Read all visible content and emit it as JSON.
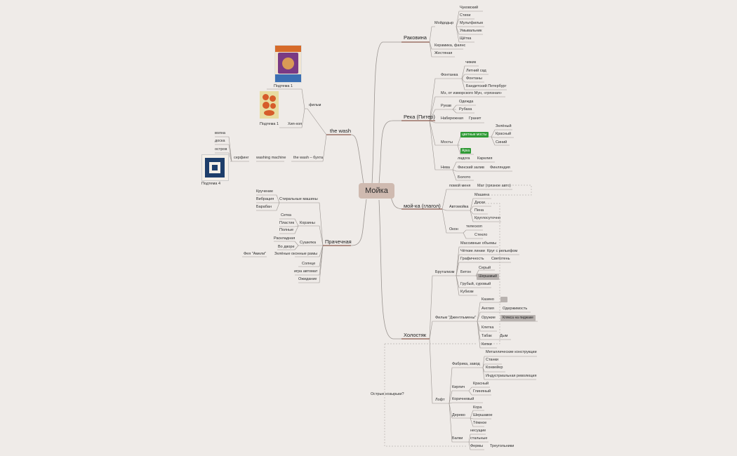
{
  "center": "Мойка",
  "posters": {
    "p1_caption": "Подтема 1",
    "p2_caption": "Подтема 1",
    "p3_caption": "Подтема 4",
    "hiphop": "Хип-хоп"
  },
  "labels": {
    "rakovina": "Раковина",
    "moidodyr": "Мойдодыр",
    "chukovsky": "Чуковский",
    "stihi": "Стихи",
    "multfilm": "Мультфильм",
    "umyvalnik": "Умывальник",
    "shchetka": "Щётка",
    "keramika": "Керамика, фаянс",
    "zhestyanaya": "Жестяная",
    "reka": "Река (Питер)",
    "chizhik": "чижик",
    "fontanka": "Фонтанка",
    "letniy": "Летний сад",
    "fontany": "Фонтаны",
    "bandit": "Бандитский Петербург",
    "most_poceluev": "Мэ, от изморского Мун, «грязная»",
    "ruka": "Рукав",
    "odezhda": "Одежда",
    "rubaha": "Рубаха",
    "naberezh": "Набережная",
    "granit": "Гранит",
    "mosty": "Мосты",
    "cvet_mosty": "цветные мосты",
    "zeleny": "Зелёный",
    "krasny": "Красный",
    "siniy": "Синий",
    "arka": "Арка",
    "ladoga": "ладога",
    "kareliya": "Карелия",
    "neva": "Нева",
    "finsky": "Финский залив",
    "finlyand": "Финляндия",
    "boloto": "Болото",
    "moika_glag": "мой-ка (глагол)",
    "pomoy": "помой меня",
    "mat": "Мат (грязное авто)",
    "mashina": "Машина",
    "avtomoyka": "Автомойка",
    "diski": "Диски",
    "pena": "Пена",
    "kruglos": "Круглосуточно",
    "okon": "Окон",
    "telescop": "телескоп",
    "steklo": "Стекло",
    "holostyak": "Холостяк",
    "massiv": "Массивные объемы",
    "chetkie": "Чёткие линии",
    "krug_rel": "Круг с рельефом",
    "grafichnost": "Графичность",
    "svetoteni": "Светотень",
    "brutalizm": "Брутализм",
    "beton": "Бетон",
    "sery": "Серый",
    "sherohov": "Шершавый",
    "gruby": "Грубый, суровый",
    "kubizm": "Кубизм",
    "kazino": "Казино",
    "anglia": "Англия",
    "oderzh": "Одержимость",
    "film_dzh": "Фильм \"Джентльмены\"",
    "oruzhie": "Оружие",
    "klyaksa": "Клякса на пиджаке",
    "kletka": "Клетка",
    "tabak": "Табак",
    "dym": "Дым",
    "kepki": "Кепки",
    "metall": "Металлические конструкции",
    "fabrika": "Фабрика, завод",
    "stanki": "Станки",
    "konveyer": "Конвейер",
    "industr": "Индустриальная революция",
    "kirpich": "Кирпич",
    "krasny2": "Красный",
    "glinyany": "Глиняный",
    "loft": "Лофт",
    "korichnevy": "Коричневый",
    "kora": "Кора",
    "derevo": "Дерево",
    "sherohov2": "Шершавое",
    "temny": "Тёмное",
    "balki": "Балки",
    "metall2": "несущие",
    "stalnye": "стальные",
    "fermy": "Фермы",
    "treugol": "Треугольники",
    "ostrye": "Острые козырьки?",
    "wash": "the wash",
    "film": "фильм",
    "volna": "волна",
    "doska": "доска",
    "ostrov": "остров",
    "serfing": "серфинг",
    "washing": "washing machine",
    "wash_buhta": "the wash – бухта",
    "prachech": "Прачечная",
    "kruchenie": "Кручение",
    "vibraciya": "Вибрация",
    "baraban": "Барабан",
    "stiralnye": "Стиральные машины",
    "setka": "Сетка",
    "plastik": "Пластик",
    "polnye": "Полные",
    "korziny": "Корзины",
    "raskladnaya": "Раскладная",
    "vo_dvore": "Во дворе",
    "sushilka": "Сушилка",
    "feya": "Фея \"Амели\"",
    "zelenye": "Зелёные оконные рамы",
    "solnce": "Солнце",
    "igra": "игра автомат",
    "ozhidanie": "Ожидание"
  }
}
